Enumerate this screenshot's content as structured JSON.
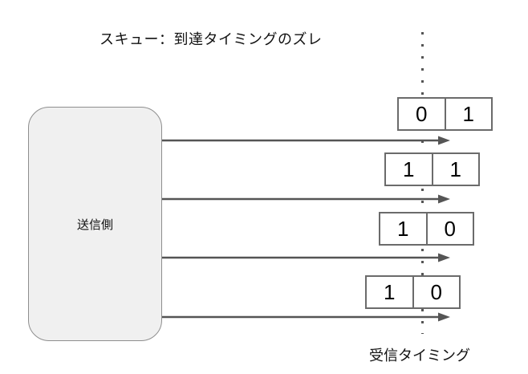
{
  "title": "スキュー：到達タイミングのズレ",
  "sender": {
    "label": "送信側"
  },
  "receiver": {
    "timing_label": "受信タイミング"
  },
  "lanes": [
    {
      "bits": [
        "0",
        "1"
      ]
    },
    {
      "bits": [
        "1",
        "1"
      ]
    },
    {
      "bits": [
        "1",
        "0"
      ]
    },
    {
      "bits": [
        "1",
        "0"
      ]
    }
  ],
  "colors": {
    "background": "#ffffff",
    "arrow": "#555555",
    "dotted_line": "#555555",
    "box_border": "#6b6b6b",
    "sender_fill": "#f0f0f0",
    "sender_border": "#8e8e8e",
    "text": "#111111"
  }
}
